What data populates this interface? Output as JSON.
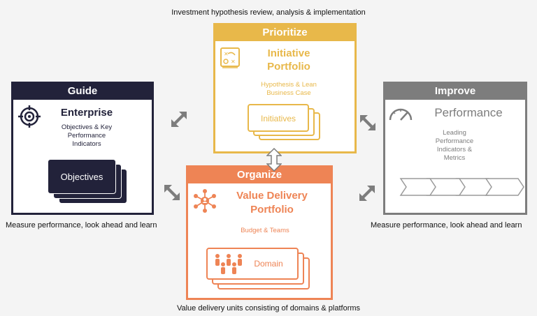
{
  "captions": {
    "top": "Investment hypothesis review, analysis & implementation",
    "left": "Measure performance, look ahead and learn",
    "right": "Measure performance, look ahead and learn",
    "bottom": "Value delivery units consisting of domains & platforms"
  },
  "guide": {
    "header": "Guide",
    "title": "Enterprise",
    "subtitle": [
      "Objectives & Key",
      "Performance",
      "Indicators"
    ],
    "stack_label": "Objectives",
    "color": "#22223a"
  },
  "prioritize": {
    "header": "Prioritize",
    "title": [
      "Initiative",
      "Portfolio"
    ],
    "subtitle": [
      "Hypothesis & Lean",
      "Business Case"
    ],
    "stack_label": "Initiatives",
    "color": "#e8b84a"
  },
  "organize": {
    "header": "Organize",
    "title": [
      "Value Delivery",
      "Portfolio"
    ],
    "subtitle": [
      "Budget & Teams"
    ],
    "stack_label": "Domain",
    "color": "#ee8455"
  },
  "improve": {
    "header": "Improve",
    "title": "Performance",
    "subtitle": [
      "Leading",
      "Performance",
      "Indicators &",
      "Metrics"
    ],
    "color": "#7d7d7d"
  }
}
